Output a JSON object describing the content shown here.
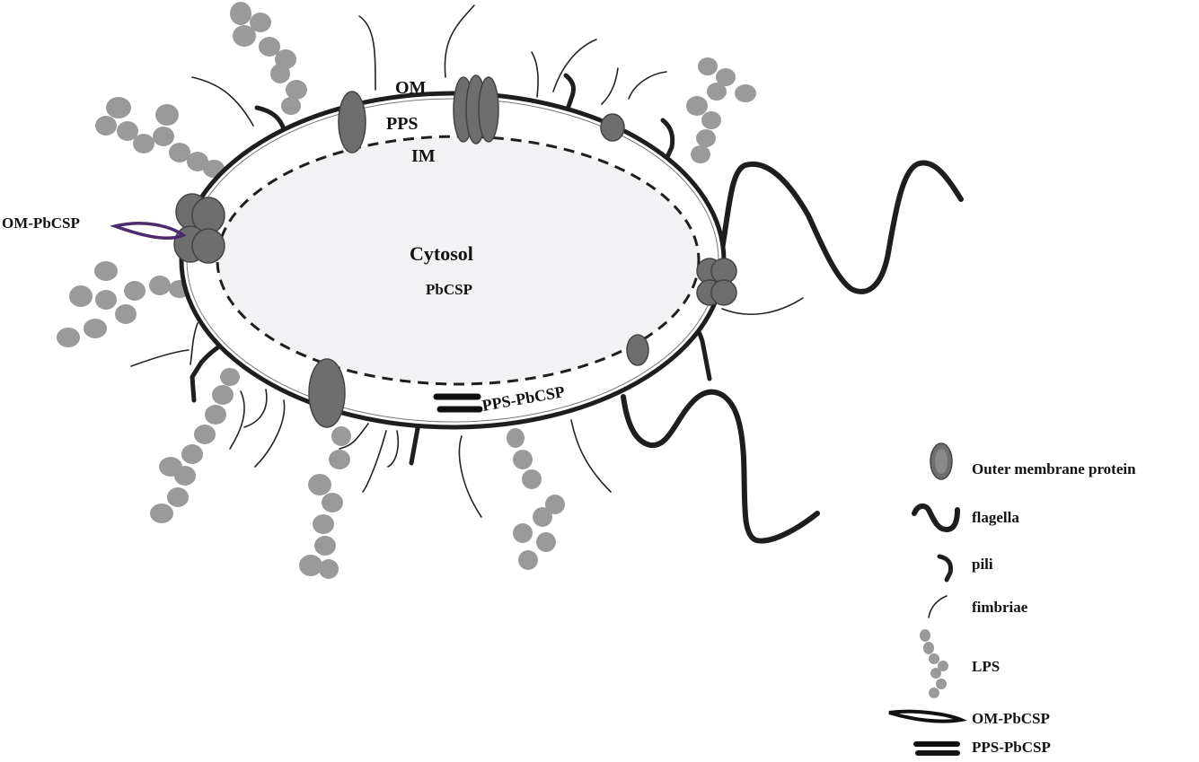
{
  "diagram": {
    "labels": {
      "om": "OM",
      "pps": "PPS",
      "im": "IM",
      "cytosol": "Cytosol",
      "pbcsp": "PbCSP",
      "om_pbcsp": "OM-PbCSP",
      "pps_pbcsp": "PPS-PbCSP"
    }
  },
  "legend": {
    "items": [
      {
        "label": "Outer membrane protein",
        "icon": "outer-membrane-protein-icon"
      },
      {
        "label": "flagella",
        "icon": "flagella-icon"
      },
      {
        "label": "pili",
        "icon": "pili-icon"
      },
      {
        "label": "fimbriae",
        "icon": "fimbriae-icon"
      },
      {
        "label": "LPS",
        "icon": "lps-icon"
      },
      {
        "label": "OM-PbCSP",
        "icon": "om-pbcsp-icon"
      },
      {
        "label": "PPS-PbCSP",
        "icon": "pps-pbcsp-icon"
      }
    ]
  },
  "colors": {
    "membrane": "#222222",
    "cytosol": "#f2f2f4",
    "protein": "#6e6e6e",
    "lps": "#9a9a9a",
    "om_pbcsp": "#4b2d6e"
  }
}
